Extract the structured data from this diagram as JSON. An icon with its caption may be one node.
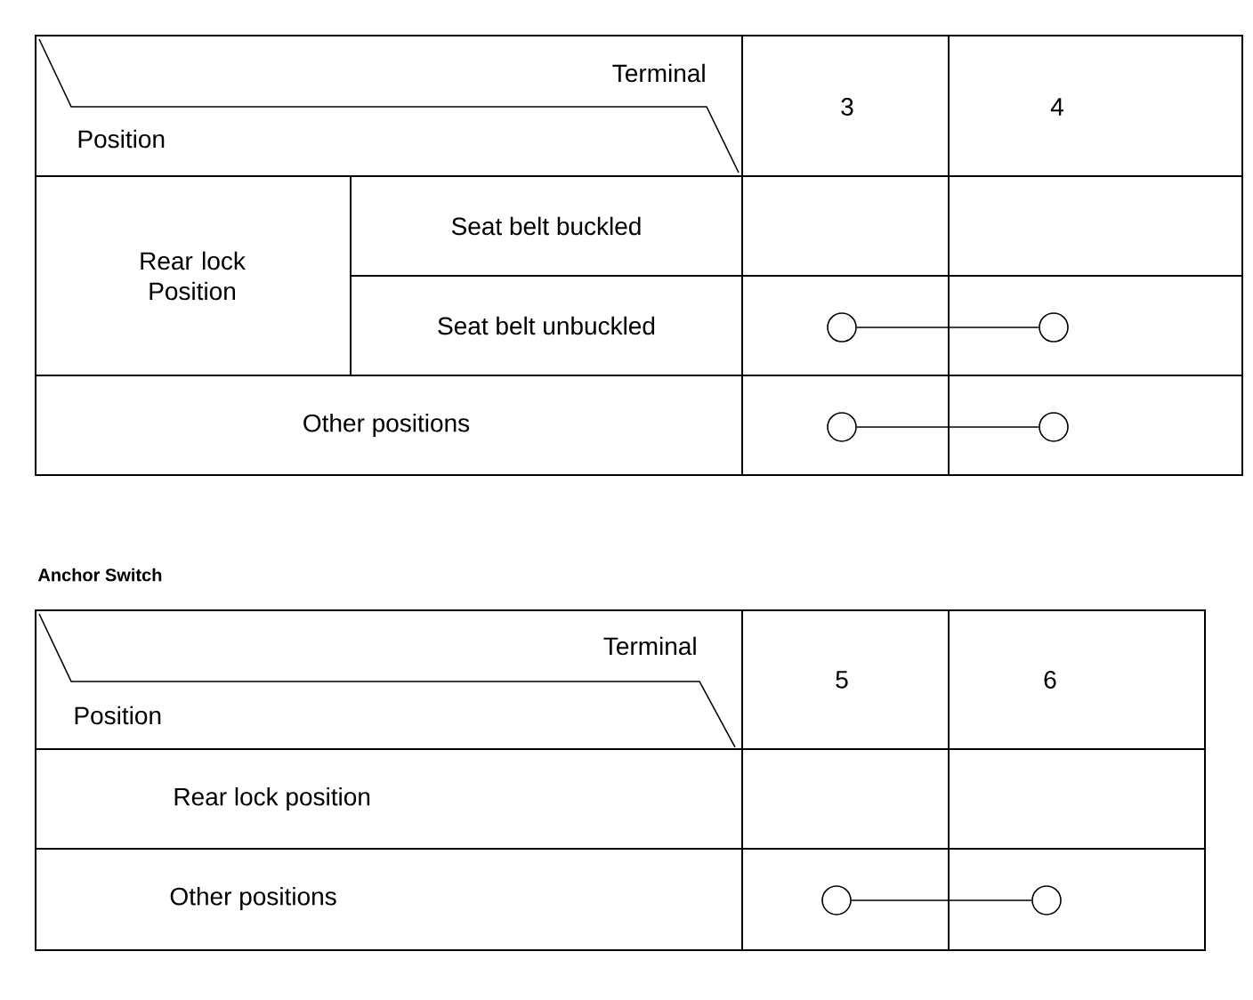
{
  "diagram": {
    "nodes": [
      {
        "text": [],
        "shape": "circle"
      },
      {
        "text": [],
        "shape": "circle"
      },
      {
        "text": [],
        "shape": "circle"
      },
      {
        "text": [],
        "shape": "circle"
      },
      {
        "text": [],
        "shape": "circle"
      },
      {
        "text": [],
        "shape": "circle"
      }
    ],
    "edges": [
      {
        "from": 0,
        "to": 1,
        "arrow": "none"
      },
      {
        "from": 2,
        "to": 3,
        "arrow": "none"
      },
      {
        "from": 4,
        "to": 5,
        "arrow": "none"
      }
    ],
    "labels": [
      "Terminal",
      "Position",
      "3",
      "4",
      "Rear lock Position",
      "Seat belt buckled",
      "Seat belt unbuckled",
      "Other positions",
      "Anchor Switch",
      "Terminal",
      "Position",
      "5",
      "6",
      "Rear lock position",
      "Other positions"
    ]
  }
}
